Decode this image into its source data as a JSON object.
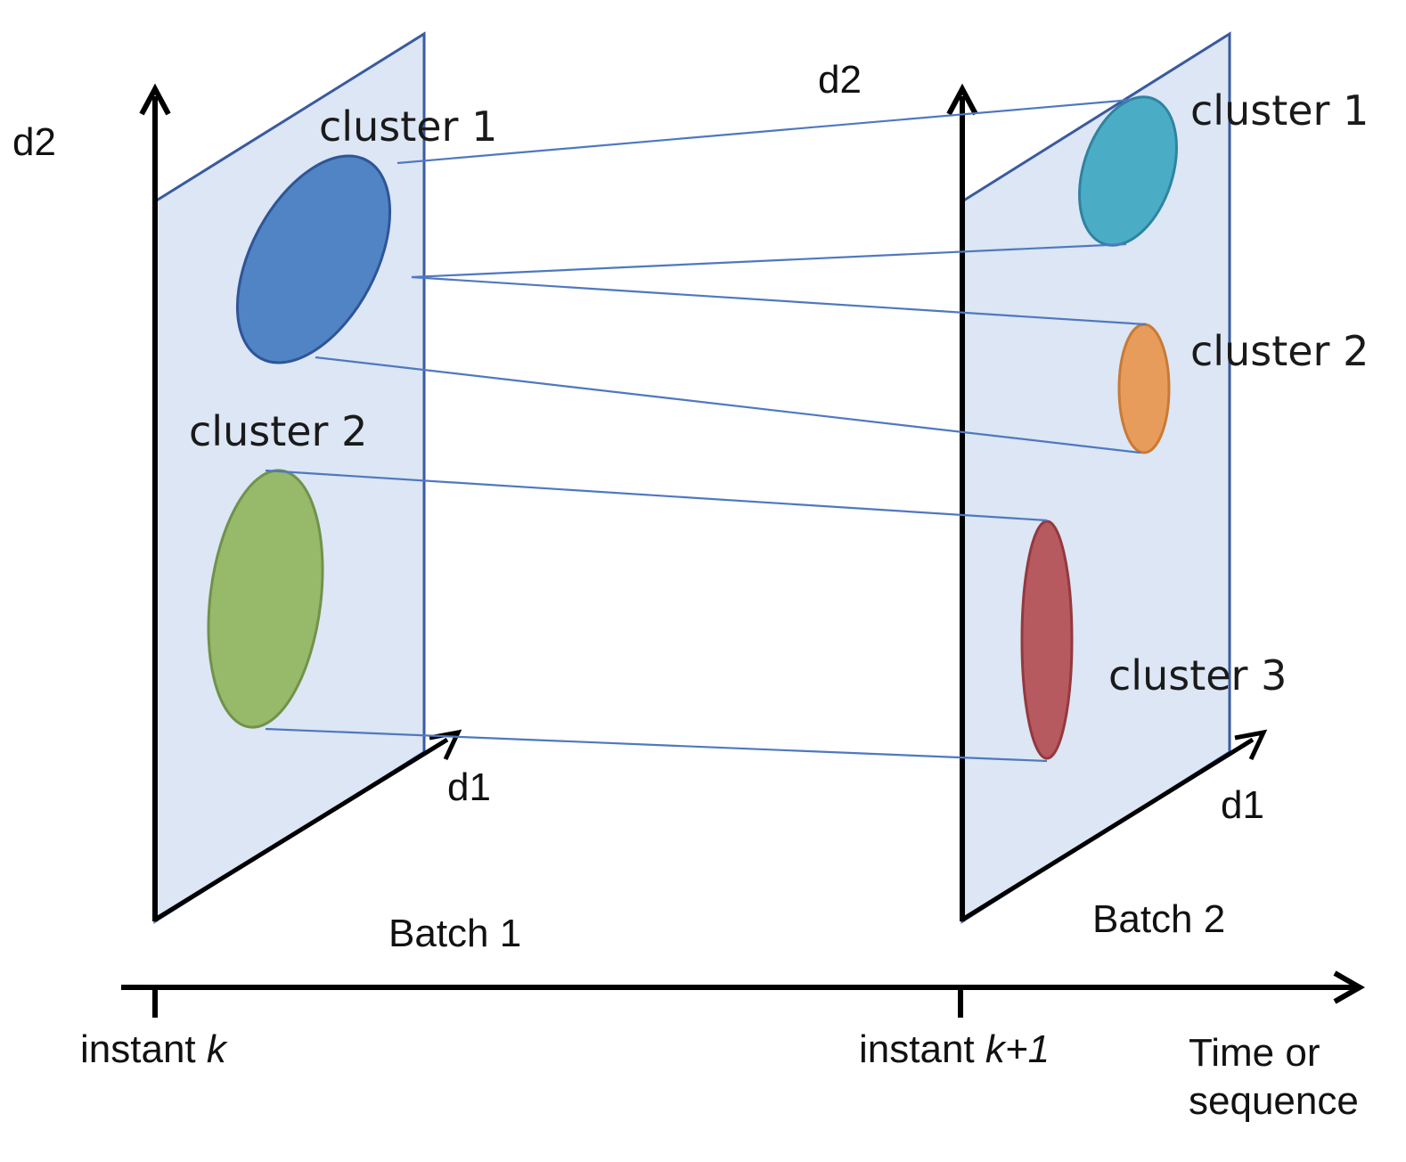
{
  "batch1": {
    "axis_d2": "d2",
    "axis_d1": "d1",
    "cluster1": "cluster 1",
    "cluster2": "cluster 2",
    "label": "Batch 1"
  },
  "batch2": {
    "axis_d2": "d2",
    "axis_d1": "d1",
    "cluster1": "cluster 1",
    "cluster2": "cluster 2",
    "cluster3": "cluster 3",
    "label": "Batch 2"
  },
  "timeline": {
    "instant1_prefix": "instant ",
    "instant1_var": "k",
    "instant2_prefix": "instant ",
    "instant2_var": "k+1",
    "axis_label_line1": "Time or",
    "axis_label_line2": "sequence"
  },
  "colors": {
    "plane_fill": "#dce6f4",
    "plane_edge": "#3a5aa0",
    "link_line": "#4f78c0",
    "b1_cluster1": "#5084c4",
    "b1_cluster2": "#96b96a",
    "b2_cluster1": "#4bacc6",
    "b2_cluster2": "#e89c5c",
    "b2_cluster3": "#b65a60"
  }
}
